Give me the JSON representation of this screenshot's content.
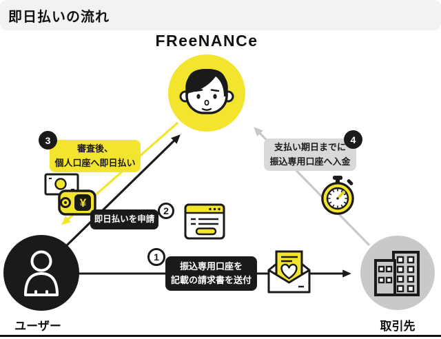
{
  "header": {
    "title": "即日払いの流れ"
  },
  "brand": {
    "logo_text": "FReeNANCe",
    "name": "FREENANCE"
  },
  "entities": {
    "freenance": {
      "icon": "face-avatar-icon"
    },
    "user": {
      "label": "ユーザー",
      "icon": "person-icon"
    },
    "client": {
      "label": "取引先",
      "icon": "buildings-icon"
    }
  },
  "steps": [
    {
      "number": "1",
      "lines": [
        "振込専用口座を",
        "記載の請求書を送付"
      ],
      "from": "user",
      "to": "client",
      "icon": "envelope-heart-icon",
      "style": "black"
    },
    {
      "number": "2",
      "lines": [
        "即日払いを申請"
      ],
      "from": "user",
      "to": "freenance",
      "icon": "browser-window-icon",
      "style": "black"
    },
    {
      "number": "3",
      "lines": [
        "審査後、",
        "個人口座へ即日払い"
      ],
      "from": "freenance",
      "to": "user",
      "icon": "wallet-icon",
      "style": "yellow"
    },
    {
      "number": "4",
      "lines": [
        "支払い期日までに",
        "振込専用口座へ入金"
      ],
      "from": "client",
      "to": "freenance",
      "icon": "stopwatch-icon",
      "style": "gray"
    }
  ],
  "icons": {
    "wallet_currency": "¥"
  },
  "colors": {
    "brand_yellow": "#f3e42d",
    "ink": "#1a1a1a",
    "gray_circle": "#c9c9c9",
    "gray_line": "#c8c8c8",
    "gray_label": "#d9d9d9",
    "banner_bg": "#f2f2f2"
  }
}
